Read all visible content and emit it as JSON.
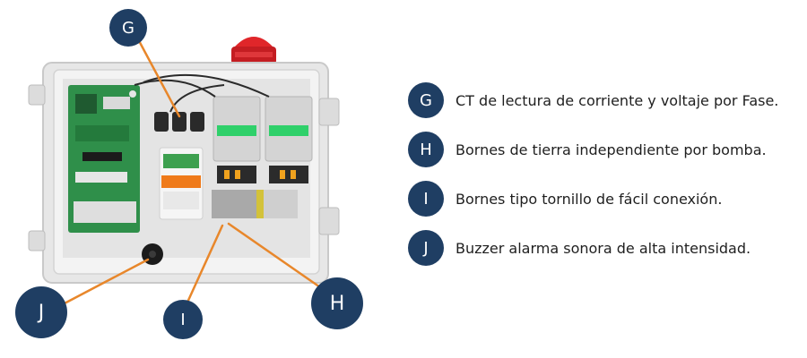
{
  "colors": {
    "badge": "#1f3e63",
    "leader_line": "#e8872b",
    "text": "#1f1f1f",
    "enclosure": "#e7e7e7",
    "beacon": "#e0262a",
    "pcb": "#2f8f4a",
    "contactor_green": "#2fd06a",
    "breaker_orange": "#ef7a1a"
  },
  "callouts": {
    "g": "G",
    "h": "H",
    "i": "I",
    "j": "J"
  },
  "legend": [
    {
      "key": "G",
      "text": "CT de lectura de corriente y voltaje por Fase."
    },
    {
      "key": "H",
      "text": "Bornes de tierra independiente por bomba."
    },
    {
      "key": "I",
      "text": "Bornes tipo tornillo de fácil conexión."
    },
    {
      "key": "J",
      "text": "Buzzer alarma sonora de alta intensidad."
    }
  ]
}
